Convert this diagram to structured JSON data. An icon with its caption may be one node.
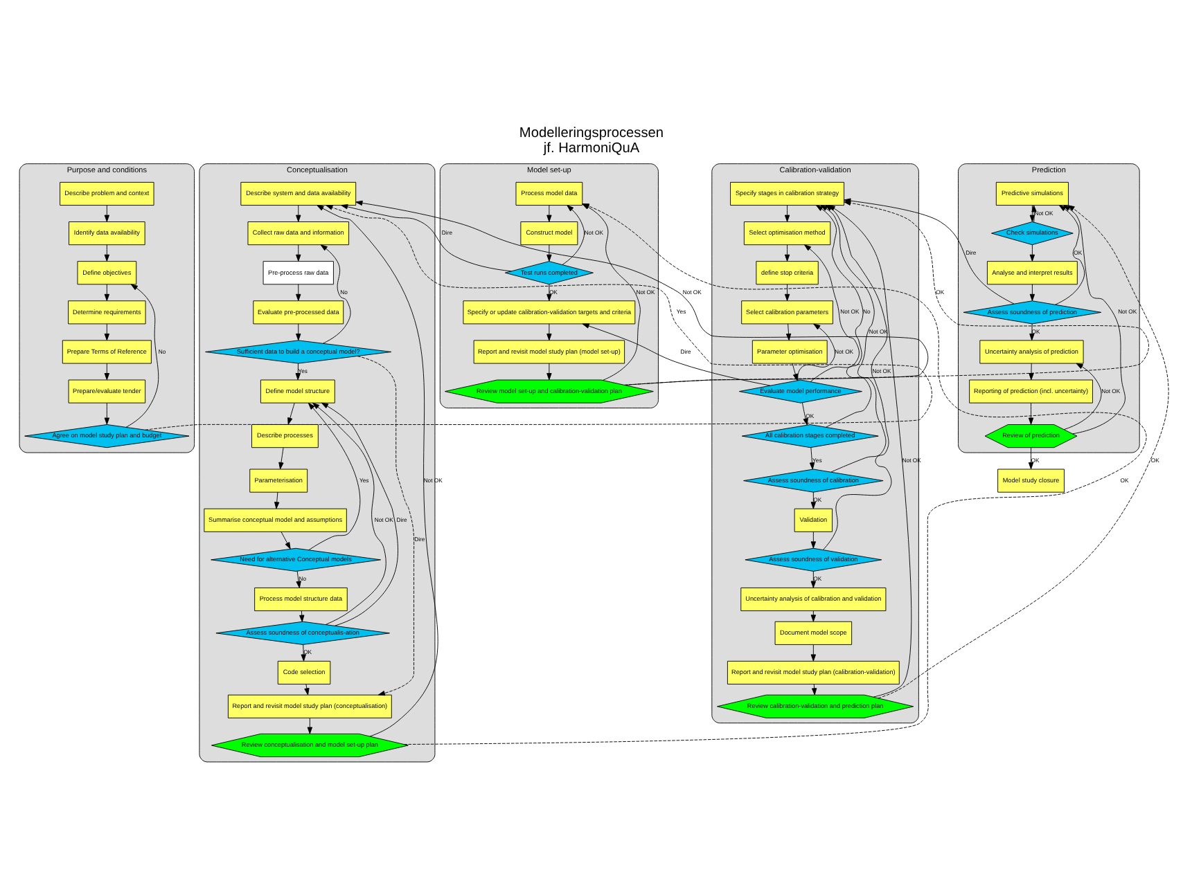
{
  "diagram": {
    "title": "Modelleringsprocessen",
    "caption": "jf. HarmoniQuA",
    "nodes": [
      {
        "text": [
          "Purpose and conditions"
        ]
      },
      {
        "text": [
          "Describe problem and context"
        ],
        "in": 0
      },
      {
        "text": [
          "Identify data availability"
        ],
        "in": 0
      },
      {
        "text": [
          "Define objectives"
        ],
        "in": 0
      },
      {
        "text": [
          "Determine requirements"
        ],
        "in": 0
      },
      {
        "text": [
          "Prepare Terms of Reference"
        ],
        "in": 0
      },
      {
        "text": [
          "Prepare/evaluate tender"
        ],
        "in": 0
      },
      {
        "text": [
          "Agree on model study plan and budget"
        ],
        "in": 0
      },
      {
        "text": [
          "Conceptualisation"
        ]
      },
      {
        "text": [
          "Describe system and data availability"
        ],
        "in": 8
      },
      {
        "text": [
          "Collect raw data and information"
        ],
        "in": 8
      },
      {
        "text": [
          "Pre-process raw data"
        ],
        "in": 8
      },
      {
        "text": [
          "Evaluate pre-processed data"
        ],
        "in": 8
      },
      {
        "text": [
          "Sufficient data to build a conceptual model?"
        ],
        "in": 8
      },
      {
        "text": [
          "Define model structure"
        ],
        "in": 8
      },
      {
        "text": [
          "Describe processes"
        ],
        "in": 8
      },
      {
        "text": [
          "Parameterisation"
        ],
        "in": 8
      },
      {
        "text": [
          "Summarise conceptual model and assumptions"
        ],
        "in": 8
      },
      {
        "text": [
          "Need for alternative Conceptual models"
        ],
        "in": 8
      },
      {
        "text": [
          "Process model structure data"
        ],
        "in": 8
      },
      {
        "text": [
          "Assess soundness of conceptualis-ation"
        ],
        "in": 8
      },
      {
        "text": [
          "Code selection"
        ],
        "in": 8
      },
      {
        "text": [
          "Report and revisit model study plan (conceptualisation)"
        ],
        "in": 8
      },
      {
        "text": [
          "Review conceptualisation and model set-up plan"
        ],
        "in": 8
      },
      {
        "text": [
          "Model set-up"
        ]
      },
      {
        "text": [
          "Process model data"
        ],
        "in": 24
      },
      {
        "text": [
          "Construct model"
        ],
        "in": 24
      },
      {
        "text": [
          "Test runs completed"
        ],
        "in": 24
      },
      {
        "text": [
          "Specify or update calibration-validation targets and criteria"
        ],
        "in": 24
      },
      {
        "text": [
          "Report and revisit model study plan (model set-up)"
        ],
        "in": 24
      },
      {
        "text": [
          "Review model set-up and calibration-validation plan"
        ],
        "in": 24
      },
      {
        "text": [
          "Calibration-validation"
        ]
      },
      {
        "text": [
          "Specify stages in calibration strategy"
        ],
        "in": 31
      },
      {
        "text": [
          "Select optimisation method"
        ],
        "in": 31
      },
      {
        "text": [
          "define stop criteria"
        ],
        "in": 31
      },
      {
        "text": [
          "Select calibration parameters"
        ],
        "in": 31
      },
      {
        "text": [
          "Parameter optimisation"
        ],
        "in": 31
      },
      {
        "text": [
          "Evaluate model performance"
        ],
        "in": 31
      },
      {
        "text": [
          "All calibration stages completed"
        ],
        "in": 31
      },
      {
        "text": [
          "Assess soundness of calibration"
        ],
        "in": 31
      },
      {
        "text": [
          "Validation"
        ],
        "in": 31
      },
      {
        "text": [
          "Assess soundness of validation"
        ],
        "in": 31
      },
      {
        "text": [
          "Uncertainty analysis of calibration and validation"
        ],
        "in": 31
      },
      {
        "text": [
          "Document model scope"
        ],
        "in": 31
      },
      {
        "text": [
          "Report and revisit model study plan (calibration-validation)"
        ],
        "in": 31
      },
      {
        "text": [
          "Review calibration-validation and prediction plan"
        ],
        "in": 31
      },
      {
        "text": [
          "Prediction"
        ]
      },
      {
        "text": [
          "Predictive simulations"
        ],
        "in": 46
      },
      {
        "text": [
          "Check simulations"
        ],
        "in": 46
      },
      {
        "text": [
          "Analyse and interpret results"
        ],
        "in": 46
      },
      {
        "text": [
          "Assess soundness of prediction"
        ],
        "in": 46
      },
      {
        "text": [
          "Uncertainty analysis of prediction"
        ],
        "in": 46
      },
      {
        "text": [
          "Reporting of prediction (incl. uncertainty)"
        ],
        "in": 46
      },
      {
        "text": [
          "Review of prediction"
        ],
        "in": 46
      },
      {
        "text": [
          "Model study closure"
        ]
      }
    ],
    "edges": [
      {
        "from": 1,
        "to": 2,
        "arrow": "to"
      },
      {
        "from": 2,
        "to": 3,
        "arrow": "to"
      },
      {
        "from": 3,
        "to": 4,
        "arrow": "to"
      },
      {
        "from": 4,
        "to": 5,
        "arrow": "to"
      },
      {
        "from": 5,
        "to": 6,
        "arrow": "to"
      },
      {
        "from": 6,
        "to": 7,
        "arrow": "to"
      },
      {
        "from": 7,
        "to": 3,
        "label": "No",
        "arrow": "to"
      },
      {
        "from": 7,
        "to": 9,
        "label": "Yes",
        "arrow": "to",
        "style": "dashed"
      },
      {
        "from": 9,
        "to": 10,
        "arrow": "to"
      },
      {
        "from": 10,
        "to": 11,
        "arrow": "to"
      },
      {
        "from": 11,
        "to": 12,
        "arrow": "to"
      },
      {
        "from": 12,
        "to": 13,
        "arrow": "to"
      },
      {
        "from": 13,
        "to": 10,
        "label": "No",
        "arrow": "to"
      },
      {
        "from": 13,
        "to": 14,
        "label": "Yes",
        "arrow": "to"
      },
      {
        "from": 13,
        "to": 22,
        "label": "Dire",
        "arrow": "to",
        "style": "dashed"
      },
      {
        "from": 14,
        "to": 15,
        "arrow": "to"
      },
      {
        "from": 15,
        "to": 16,
        "arrow": "to"
      },
      {
        "from": 16,
        "to": 17,
        "arrow": "to"
      },
      {
        "from": 17,
        "to": 18,
        "arrow": "to"
      },
      {
        "from": 18,
        "to": 14,
        "label": "Yes",
        "arrow": "to"
      },
      {
        "from": 18,
        "to": 19,
        "label": "No",
        "arrow": "to"
      },
      {
        "from": 19,
        "to": 20,
        "arrow": "to"
      },
      {
        "from": 20,
        "to": 14,
        "label": "Not OK",
        "arrow": "to"
      },
      {
        "from": 20,
        "to": 14,
        "label": "Dire",
        "arrow": "to"
      },
      {
        "from": 20,
        "to": 21,
        "label": "OK",
        "arrow": "to"
      },
      {
        "from": 21,
        "to": 22,
        "arrow": "to"
      },
      {
        "from": 22,
        "to": 23,
        "arrow": "to"
      },
      {
        "from": 23,
        "to": 9,
        "label": "Not OK",
        "arrow": "to"
      },
      {
        "from": 23,
        "to": 25,
        "label": "OK",
        "arrow": "to",
        "style": "dashed"
      },
      {
        "from": 25,
        "to": 26,
        "arrow": "to"
      },
      {
        "from": 26,
        "to": 27,
        "arrow": "to"
      },
      {
        "from": 27,
        "to": 25,
        "label": "Not OK",
        "arrow": "to"
      },
      {
        "from": 27,
        "to": 9,
        "label": "Dire",
        "arrow": "to"
      },
      {
        "from": 27,
        "to": 28,
        "label": "OK",
        "arrow": "to"
      },
      {
        "from": 28,
        "to": 29,
        "arrow": "to"
      },
      {
        "from": 29,
        "to": 30,
        "arrow": "to"
      },
      {
        "from": 30,
        "to": 9,
        "label": "Not OK",
        "arrow": "to"
      },
      {
        "from": 30,
        "to": 25,
        "label": "Not OK",
        "arrow": "to"
      },
      {
        "from": 30,
        "to": 32,
        "label": "OK",
        "arrow": "to",
        "style": "dashed"
      },
      {
        "from": 32,
        "to": 33,
        "arrow": "to"
      },
      {
        "from": 33,
        "to": 34,
        "arrow": "to"
      },
      {
        "from": 34,
        "to": 35,
        "arrow": "to"
      },
      {
        "from": 35,
        "to": 36,
        "arrow": "to"
      },
      {
        "from": 36,
        "to": 37,
        "arrow": "to"
      },
      {
        "from": 37,
        "to": 33,
        "label": "Not OK",
        "arrow": "to"
      },
      {
        "from": 37,
        "to": 35,
        "label": "Not OK",
        "arrow": "to"
      },
      {
        "from": 37,
        "to": 28,
        "label": "Dire",
        "arrow": "to"
      },
      {
        "from": 37,
        "to": 38,
        "label": "OK",
        "arrow": "to"
      },
      {
        "from": 38,
        "to": 32,
        "label": "No",
        "arrow": "to"
      },
      {
        "from": 38,
        "to": 39,
        "label": "Yes",
        "arrow": "to"
      },
      {
        "from": 39,
        "to": 32,
        "label": "Not OK",
        "arrow": "to"
      },
      {
        "from": 39,
        "to": 40,
        "label": "OK",
        "arrow": "to"
      },
      {
        "from": 40,
        "to": 41,
        "arrow": "to"
      },
      {
        "from": 41,
        "to": 32,
        "label": "Not OK",
        "arrow": "to"
      },
      {
        "from": 41,
        "to": 42,
        "label": "OK",
        "arrow": "to"
      },
      {
        "from": 42,
        "to": 43,
        "arrow": "to"
      },
      {
        "from": 43,
        "to": 44,
        "arrow": "to"
      },
      {
        "from": 44,
        "to": 45,
        "arrow": "to"
      },
      {
        "from": 45,
        "to": 32,
        "label": "Not OK",
        "arrow": "to"
      },
      {
        "from": 45,
        "to": 47,
        "label": "OK",
        "arrow": "to",
        "style": "dashed"
      },
      {
        "from": 47,
        "to": 48,
        "arrow": "to"
      },
      {
        "from": 48,
        "to": 47,
        "label": "Not OK",
        "arrow": "to"
      },
      {
        "from": 48,
        "to": 49,
        "arrow": "to"
      },
      {
        "from": 49,
        "to": 50,
        "arrow": "to"
      },
      {
        "from": 50,
        "to": 32,
        "label": "Dire",
        "arrow": "to"
      },
      {
        "from": 50,
        "to": 47,
        "label": "OK",
        "arrow": "to"
      },
      {
        "from": 50,
        "to": 51,
        "label": "OK",
        "arrow": "to"
      },
      {
        "from": 51,
        "to": 52,
        "arrow": "to"
      },
      {
        "from": 52,
        "to": 53,
        "arrow": "to"
      },
      {
        "from": 53,
        "to": 51,
        "label": "Not OK",
        "arrow": "to"
      },
      {
        "from": 53,
        "to": 47,
        "label": "Not OK",
        "arrow": "to"
      },
      {
        "from": 53,
        "to": 54,
        "label": "OK",
        "arrow": "to"
      }
    ]
  }
}
